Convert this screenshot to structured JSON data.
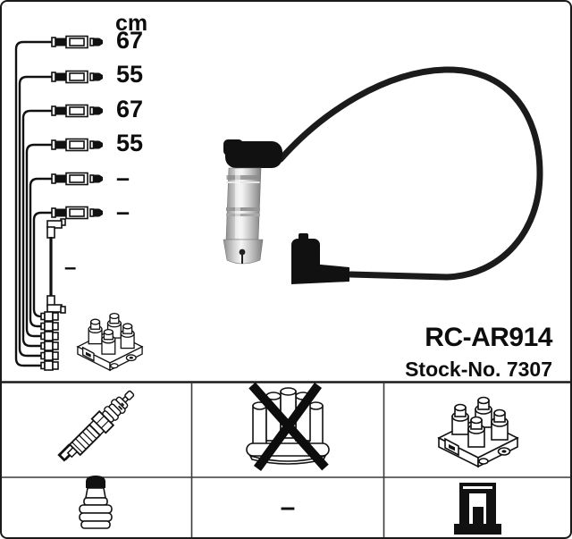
{
  "product": {
    "model": "RC-AR914",
    "stock": "Stock-No. 7307"
  },
  "measurements": {
    "unit": "cm",
    "cable_lengths_cm": [
      "67",
      "55",
      "67",
      "55",
      "–",
      "–"
    ],
    "coil_wire_length": "–"
  },
  "legend": {
    "rows": [
      [
        {
          "icon": "spark-plug",
          "crossed_out": false
        },
        {
          "icon": "distributor-cap",
          "crossed_out": true
        },
        {
          "icon": "ignition-coil",
          "crossed_out": false
        }
      ],
      [
        {
          "icon": "spark-plug-terminal-nut",
          "crossed_out": false
        },
        {
          "icon": "dash",
          "crossed_out": false
        },
        {
          "icon": "coil-terminal",
          "crossed_out": false
        }
      ]
    ],
    "dash_label": "–"
  },
  "colors": {
    "ink": "#111111",
    "cable": "#1b1b1b",
    "metal_light": "#f2f2f2",
    "metal_dark": "#8a8a8a",
    "background": "#ffffff",
    "border": "#1a1a1a"
  }
}
